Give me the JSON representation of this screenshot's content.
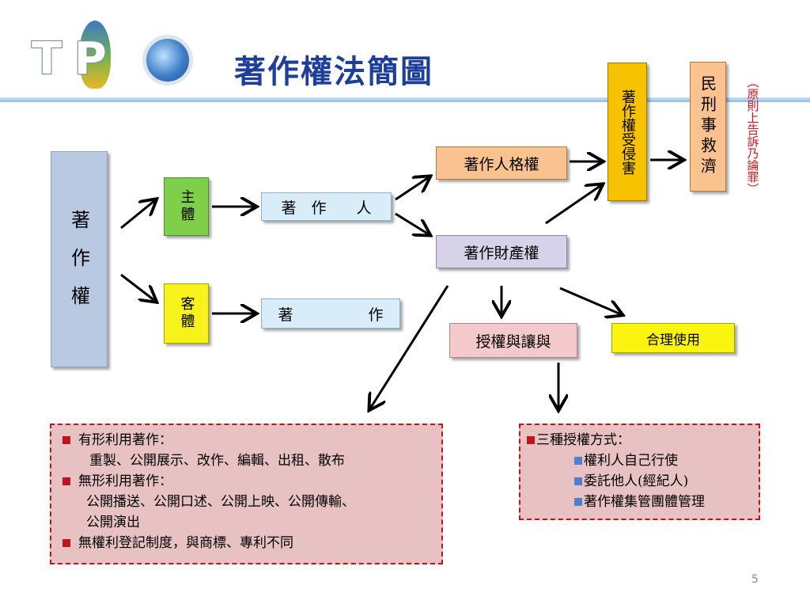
{
  "header": {
    "title": "著作權法簡圖",
    "logo_text": "T P"
  },
  "diagram": {
    "copyright": "著作權",
    "subject": "主體",
    "object": "客體",
    "author": "著　作　　人",
    "work": "著　　　　　作",
    "moral_rights": "著作人格權",
    "economic_rights": "著作財產權",
    "license_transfer": "授權與讓與",
    "fair_use": "合理使用",
    "infringement": "著作權受侵害",
    "remedy": "民刑事救濟",
    "remedy_note": "（原則上告訴乃論罪）"
  },
  "usage_panel": {
    "item1": "有形利用著作：",
    "item1_detail": "重製、公開展示、改作、編輯、出租、散布",
    "item2": "無形利用著作：",
    "item2_detail_1": "公開播送、公開口述、公開上映、公開傳輸、",
    "item2_detail_2": "公開演出",
    "item3": "無權利登記制度，與商標、專利不同"
  },
  "license_panel": {
    "heading": "三種授權方式：",
    "option1": "權利人自己行使",
    "option2": "委託他人(經紀人)",
    "option3": "著作權集管團體管理"
  },
  "footer": {
    "page_number": "5"
  },
  "colors": {
    "title": "#1d3f9a",
    "panel_border": "#c0141c",
    "panel_fill": "#e8c1c3",
    "note_red": "#d4141c"
  }
}
